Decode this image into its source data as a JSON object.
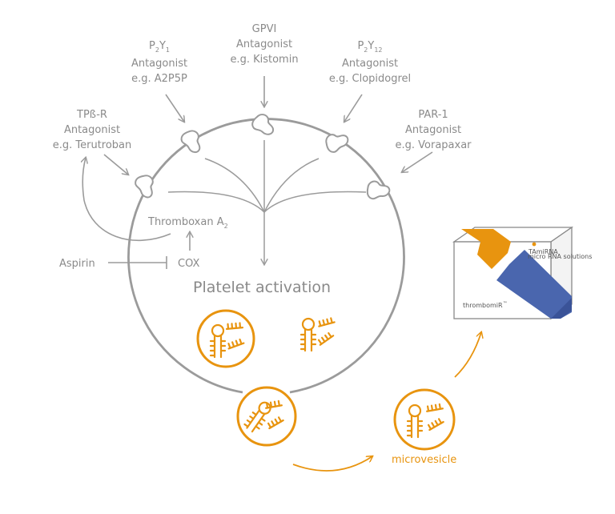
{
  "colors": {
    "gray": "#8a8a8a",
    "line": "#9b9b9b",
    "orange": "#e8940f",
    "blue": "#4a66ae"
  },
  "labels": {
    "gpvi": [
      "GPVI",
      "Antagonist",
      "e.g. Kistomin"
    ],
    "p2y1": [
      "Antagonist",
      "e.g. A2P5P"
    ],
    "p2y12": [
      "Antagonist",
      "e.g. Clopidogrel"
    ],
    "tp_r": [
      "TPß-R",
      "Antagonist",
      "e.g. Terutroban"
    ],
    "par1": [
      "PAR-1",
      "Antagonist",
      "e.g. Vorapaxar"
    ],
    "thromboxan": "Thromboxan A",
    "thromboxan_sub": "2",
    "cox": "COX",
    "aspirin": "Aspirin",
    "platelet_activation": "Platelet activation",
    "microvesicle": "microvesicle"
  },
  "receptor_p2y1": {
    "base": "P",
    "sub1": "2",
    "mid": "Y",
    "sub2": "1"
  },
  "receptor_p2y12": {
    "base": "P",
    "sub1": "2",
    "mid": "Y",
    "sub2": "12"
  },
  "kit": {
    "product_name": "thrombomiR",
    "trademark": "™",
    "brand": "TAmiRNA",
    "brand_tagline": "micro RNA solutions"
  },
  "icons": [
    "receptor-icon",
    "mirna-hairpin-icon",
    "arrow-icon",
    "inhibition-icon",
    "kit-box-icon"
  ]
}
